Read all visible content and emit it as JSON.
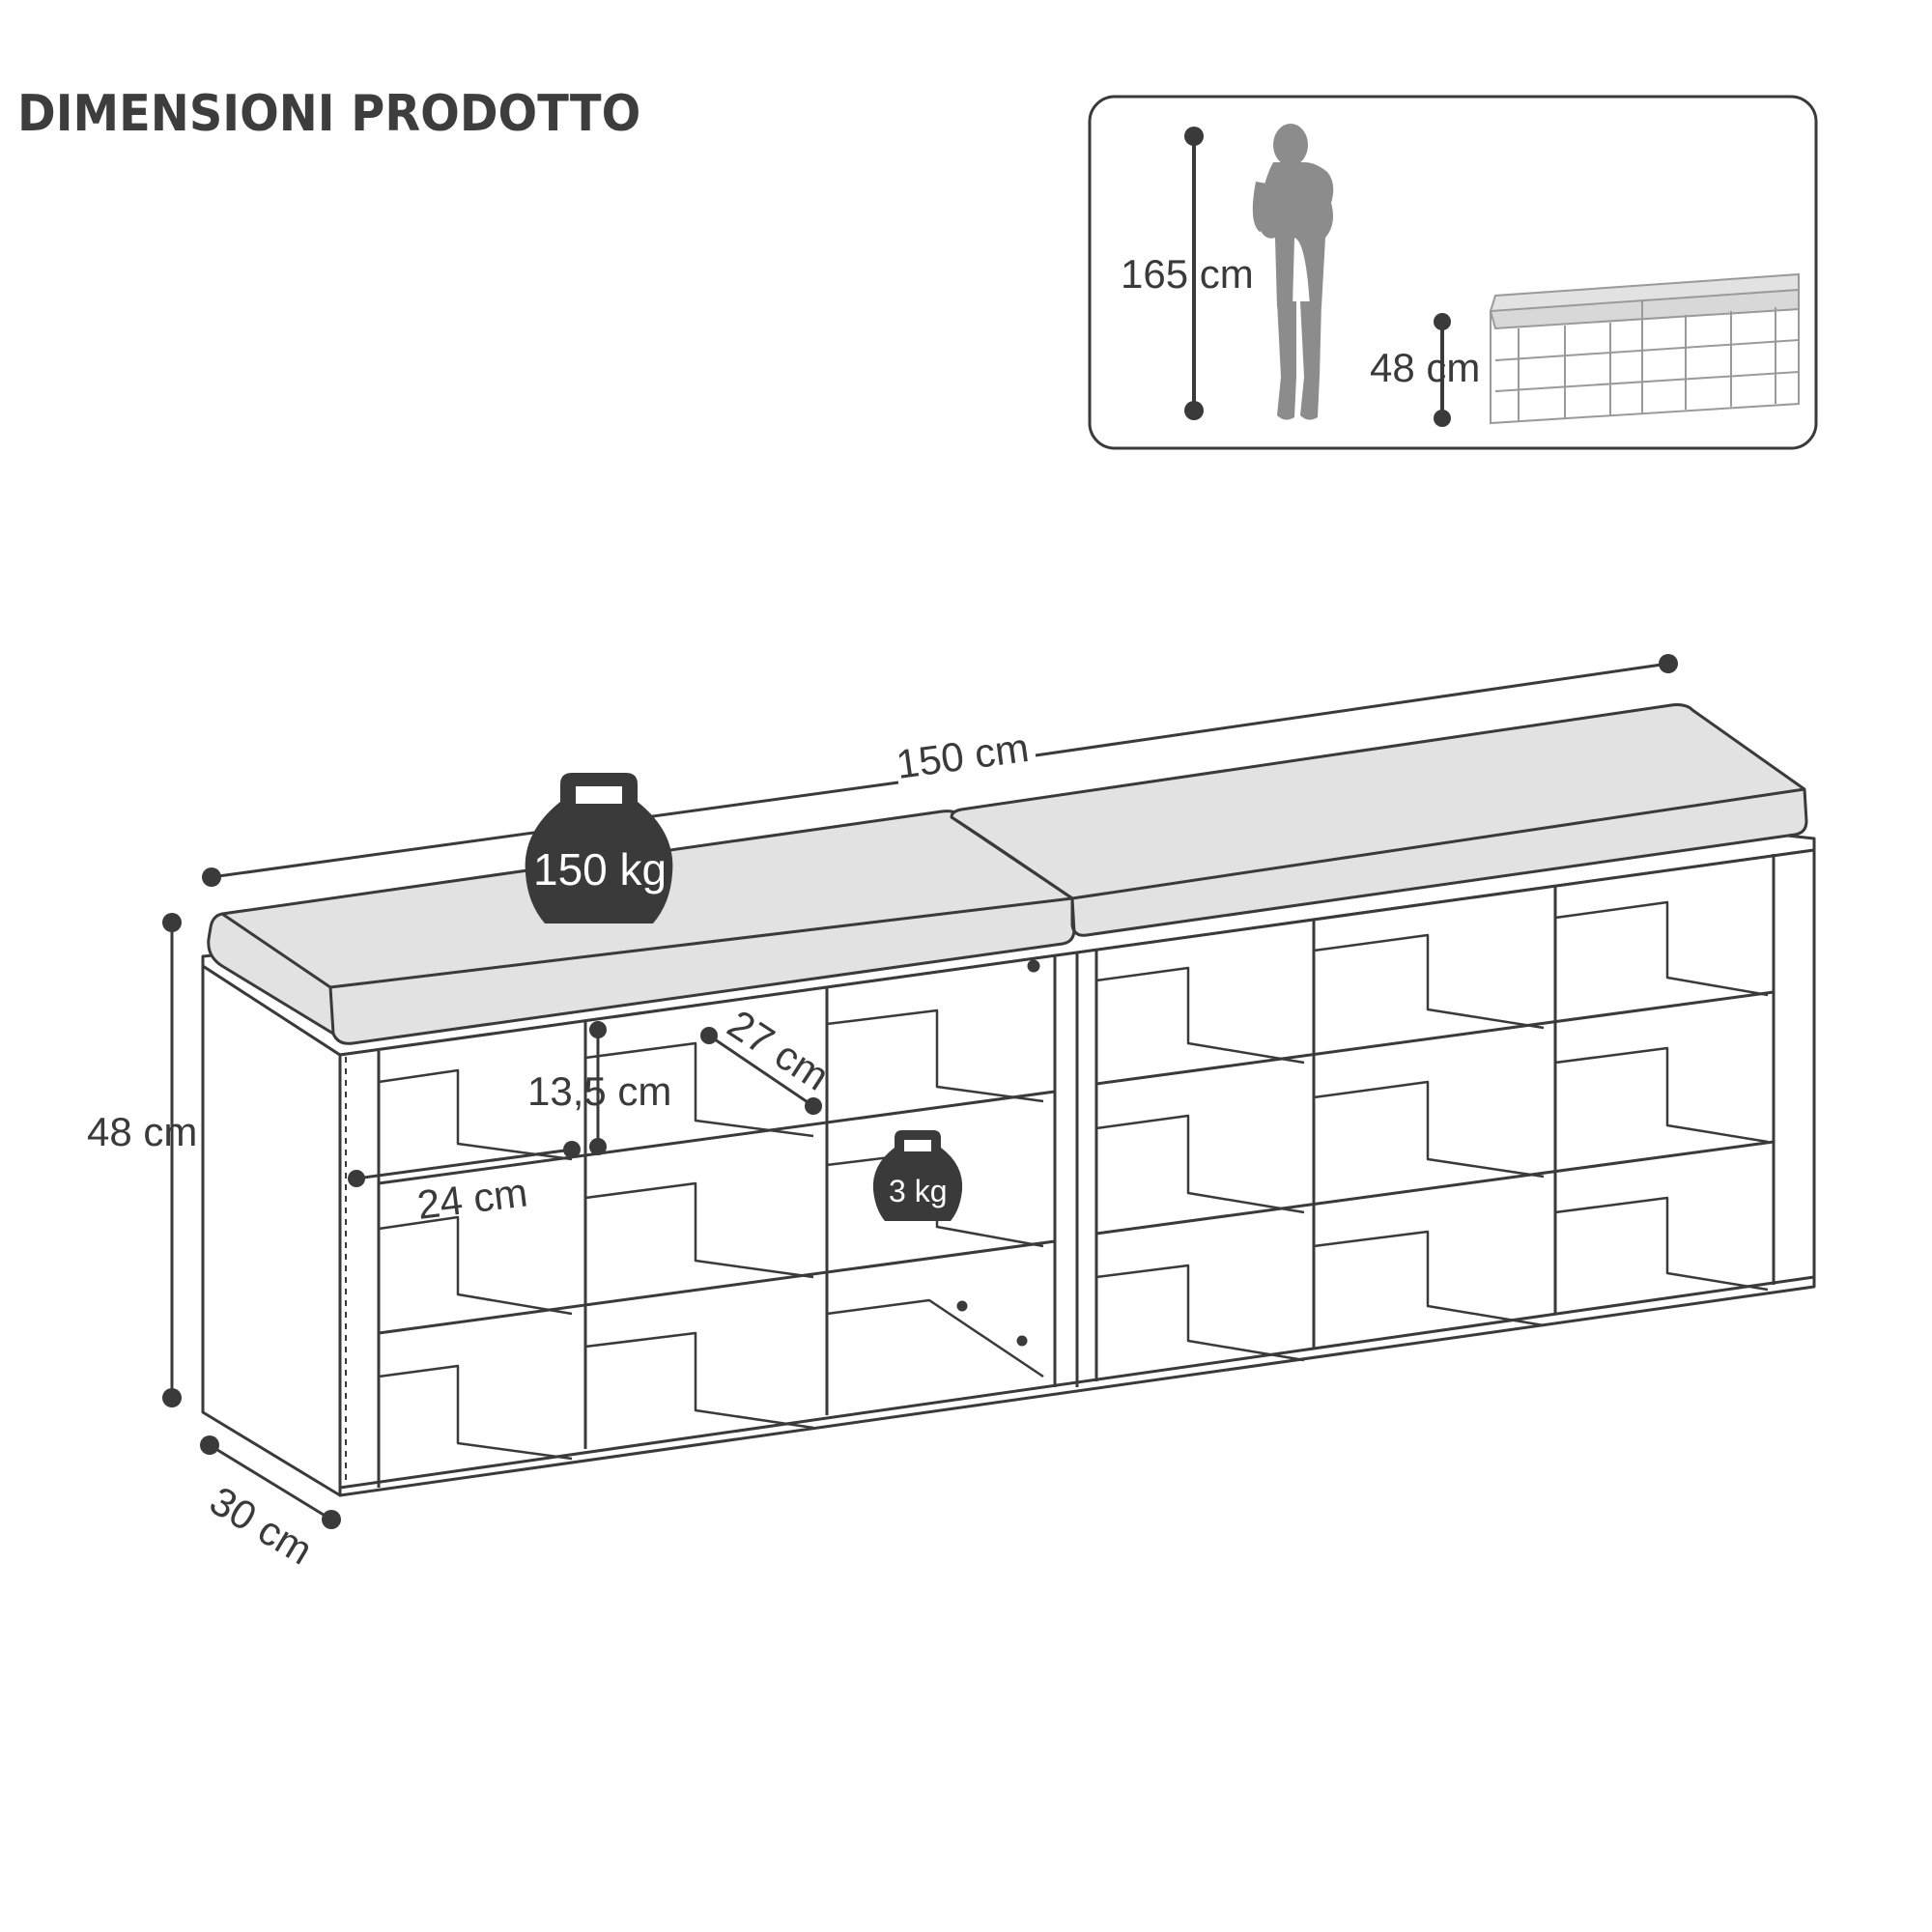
{
  "title": "DIMENSIONI PRODOTTO",
  "dimensions": {
    "length": "150 cm",
    "height": "48 cm",
    "depth": "30 cm",
    "compartment_width": "24 cm",
    "compartment_height": "13,5 cm",
    "compartment_depth": "27 cm"
  },
  "weights": {
    "seat_load": "150 kg",
    "shelf_load": "3 kg"
  },
  "comparison": {
    "person_height": "165 cm",
    "bench_height": "48 cm"
  },
  "colors": {
    "line": "#3a3a3a",
    "cushion": "#e2e2e2",
    "weight_icon": "#3a3a3a",
    "silhouette": "#8c8c8c"
  }
}
